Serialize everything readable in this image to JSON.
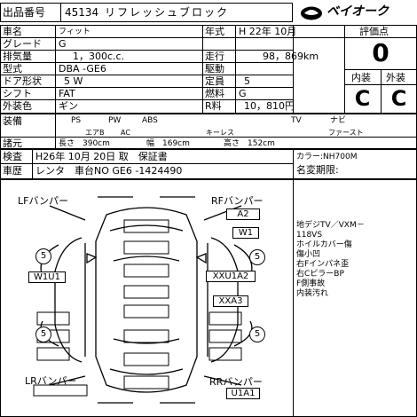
{
  "header": {
    "lot_label": "出品番号",
    "lot_number": "45134",
    "notice": "リフレッシュブロック",
    "logo_text": "ベイオーク"
  },
  "specs": {
    "car_name_label": "車名",
    "car_name": "フィット",
    "year_label": "年式",
    "year_value": "H 22年 10月",
    "grade_label": "グレード",
    "grade": "G",
    "displacement_label": "排気量",
    "displacement": "1，300c.c.",
    "mileage_label": "走行",
    "mileage": "98，869km",
    "model_label": "型式",
    "model": "DBA -GE6",
    "drive_label": "駆動",
    "drive": "",
    "doors_label": "ドア形状",
    "doors": "5 W",
    "capacity_label": "定員",
    "capacity": "5",
    "shift_label": "シフト",
    "shift": "FAT",
    "fuel_label": "燃料",
    "fuel": "G",
    "color_label": "外装色",
    "color": "ギン",
    "price_label": "R料",
    "price": "10，810円"
  },
  "grading": {
    "score_label": "評価点",
    "score": "0",
    "interior_label": "内装",
    "exterior_label": "外装",
    "interior_grade": "C",
    "exterior_grade": "C"
  },
  "equipment": {
    "label": "装備",
    "row1": [
      "PS",
      "PW",
      "ABS",
      "TV",
      "ナビ"
    ],
    "row2": [
      "エアB",
      "AC",
      "キーレス",
      "ファースト"
    ],
    "dims_label": "諸元",
    "length": "長さ　390cm",
    "width": "幅　169cm",
    "height": "高さ　152cm"
  },
  "inspection": {
    "label": "検査",
    "value": "H26年 10月 20日 取　保証書",
    "history_label": "車歴",
    "history": "レンタ　車台NO GE6 -1424490",
    "color_code": "カラー:NH700M",
    "name_change": "名変期限:"
  },
  "diagram": {
    "lf_label": "LFバンパー",
    "rf_label": "RFバンパー",
    "lr_label": "LRバンパー",
    "rr_label": "RRバンパー",
    "marks": {
      "rf_bumper": "A2",
      "right_front": "W1",
      "left_side": "W1U1",
      "right_side": "XXU1A2",
      "right_door": "XXA3",
      "rr_bumper": "U1A1"
    },
    "tires": [
      "5",
      "5",
      "5",
      "5"
    ]
  },
  "remarks": [
    "地デジTV／VXM－",
    "118VS",
    "ホイルカバー傷",
    "傷小凹",
    "右Fインパネ歪",
    "右CピラーBP",
    "F側事故",
    "内装汚れ"
  ]
}
